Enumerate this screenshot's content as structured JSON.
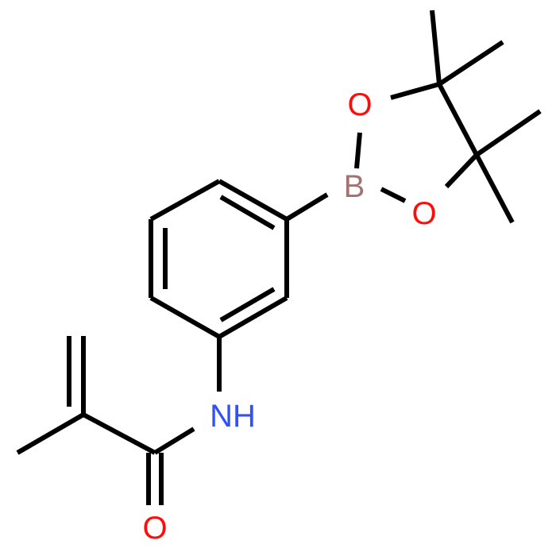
{
  "molecule": {
    "atoms": {
      "O1": "O",
      "O2": "O",
      "B": "B",
      "N": "NH",
      "O3": "O"
    },
    "colors": {
      "bond": "#000000",
      "oxygen": "#ff0d0d",
      "nitrogen": "#3050f8",
      "boron": "#a57272"
    }
  }
}
